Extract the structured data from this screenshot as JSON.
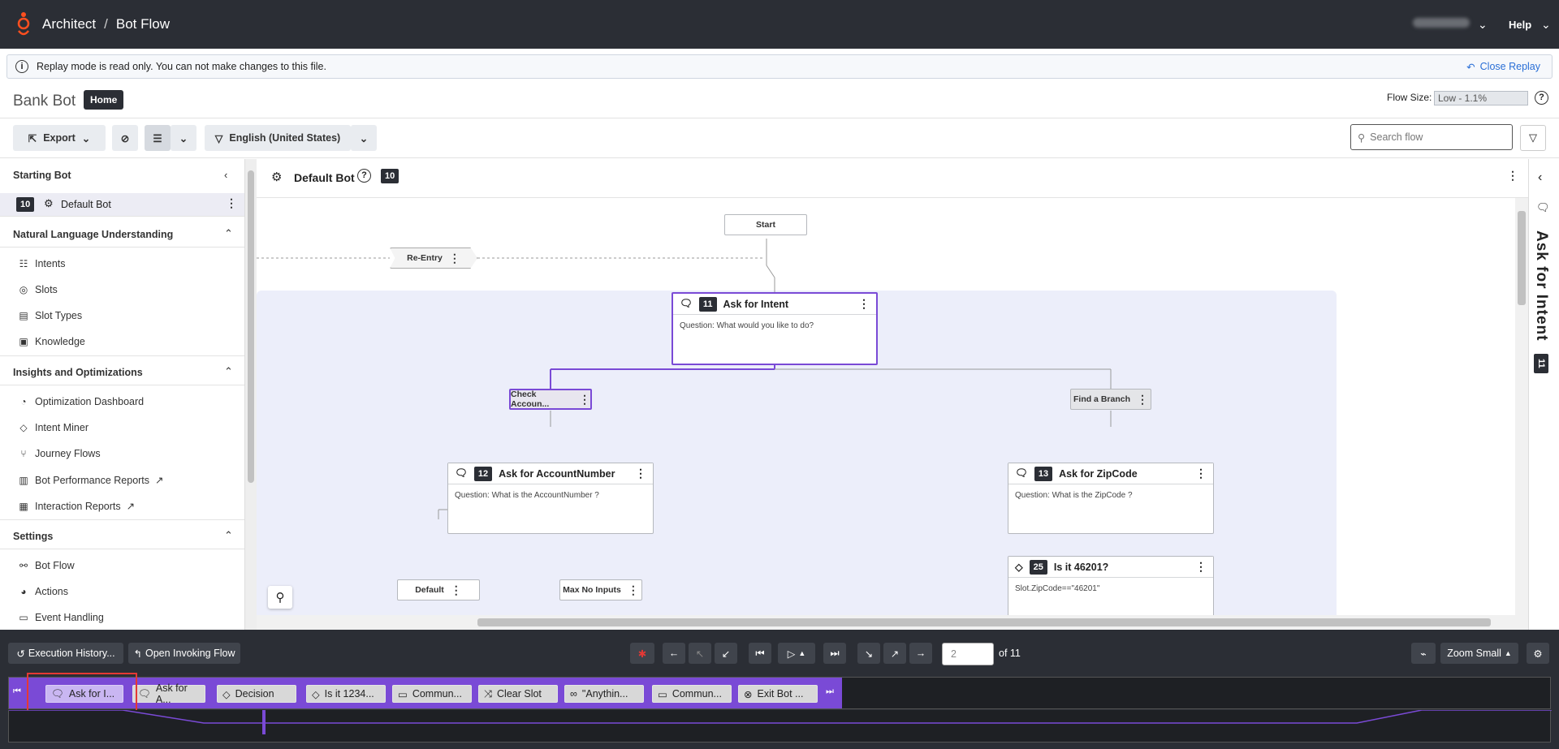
{
  "header": {
    "breadcrumb": [
      "Architect",
      "Bot Flow"
    ],
    "help": "Help"
  },
  "replay": {
    "message": "Replay mode is read only. You can not make changes to this file.",
    "close": "Close Replay"
  },
  "flow": {
    "name": "Bank Bot",
    "badge": "Home",
    "flow_size_label": "Flow Size:",
    "flow_size_value": "Low - 1.1%"
  },
  "toolbar": {
    "export": "Export",
    "language": "English (United States)",
    "search_placeholder": "Search flow"
  },
  "sidebar": {
    "starting_bot": "Starting Bot",
    "default_bot_num": "10",
    "default_bot": "Default Bot",
    "nlu": "Natural Language Understanding",
    "nlu_items": [
      "Intents",
      "Slots",
      "Slot Types",
      "Knowledge"
    ],
    "insights": "Insights and Optimizations",
    "insights_items": [
      "Optimization Dashboard",
      "Intent Miner",
      "Journey Flows",
      "Bot Performance Reports",
      "Interaction Reports"
    ],
    "settings": "Settings",
    "settings_items": [
      "Bot Flow",
      "Actions",
      "Event Handling"
    ]
  },
  "canvas": {
    "title": "Default Bot",
    "title_num": "10",
    "start": "Start",
    "reentry": "Re-Entry",
    "ask_intent": {
      "num": "11",
      "title": "Ask for Intent",
      "body": "Question: What would you like to do?"
    },
    "check_account": "Check Accoun...",
    "find_branch": "Find a Branch",
    "ask_account": {
      "num": "12",
      "title": "Ask for AccountNumber",
      "body": "Question: What is the AccountNumber ?"
    },
    "ask_zip": {
      "num": "13",
      "title": "Ask for ZipCode",
      "body": "Question: What is the ZipCode ?"
    },
    "is_it": {
      "num": "25",
      "title": "Is it 46201?",
      "body": "Slot.ZipCode==\"46201\""
    },
    "default": "Default",
    "max_no_inputs": "Max No Inputs"
  },
  "right_panel": {
    "title": "Ask for Intent",
    "num": "11"
  },
  "debug": {
    "execution_history": "Execution History...",
    "open_invoking": "Open Invoking Flow",
    "step": "2",
    "of": "of 11",
    "zoom": "Zoom Small",
    "chips": [
      "Ask for I...",
      "Ask for A...",
      "Decision",
      "Is it 1234...",
      "Commun...",
      "Clear Slot",
      "\"Anythin...",
      "Commun...",
      "Exit Bot ..."
    ]
  },
  "colors": {
    "accent": "#7a4ad6",
    "header": "#2b2e35",
    "link": "#2a6fd6",
    "highlight": "#e53935"
  }
}
